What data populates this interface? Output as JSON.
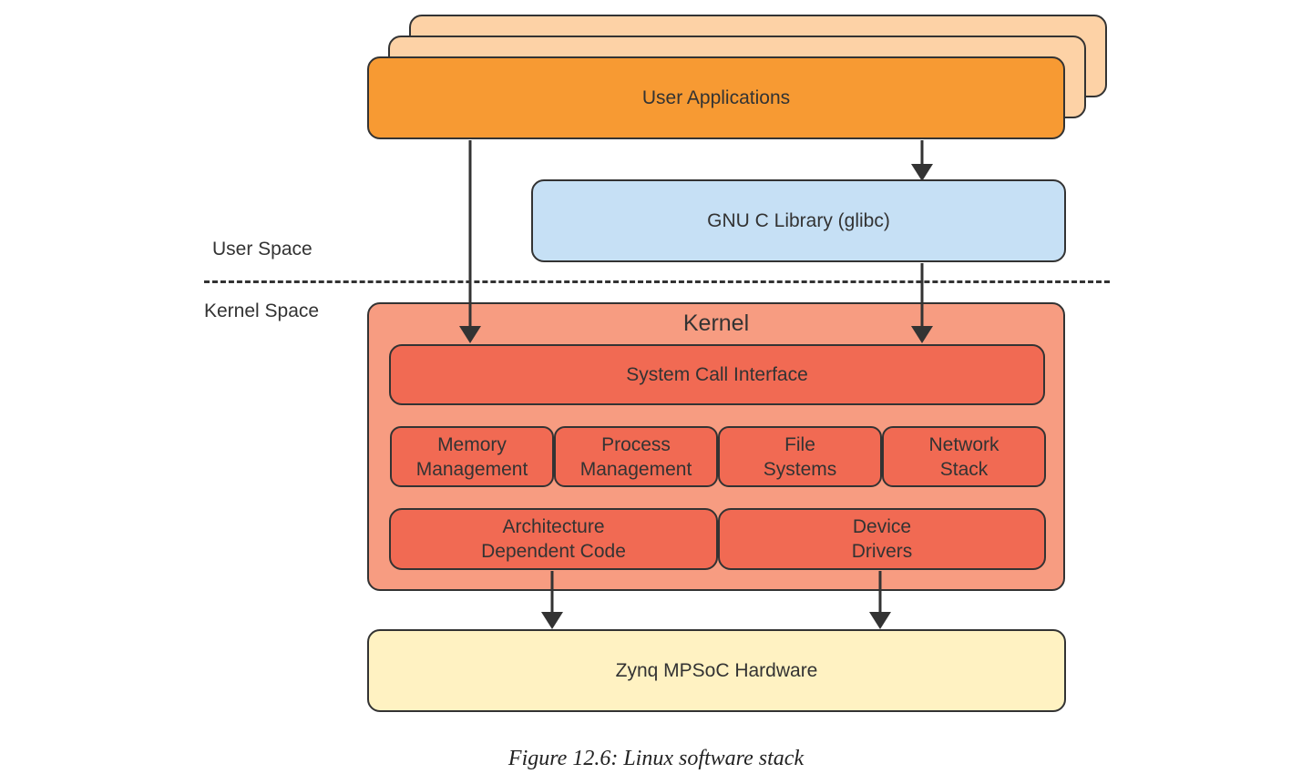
{
  "diagram": {
    "user_applications": "User Applications",
    "glibc": "GNU C Library (glibc)",
    "user_space": "User Space",
    "kernel_space": "Kernel Space",
    "kernel": "Kernel",
    "system_call_interface": "System Call Interface",
    "memory_management": [
      "Memory",
      "Management"
    ],
    "process_management": [
      "Process",
      "Management"
    ],
    "file_systems": [
      "File",
      "Systems"
    ],
    "network_stack": [
      "Network",
      "Stack"
    ],
    "architecture_code": [
      "Architecture",
      "Dependent Code"
    ],
    "device_drivers": [
      "Device",
      "Drivers"
    ],
    "hardware": "Zynq MPSoC Hardware"
  },
  "caption": "Figure 12.6:  Linux software stack",
  "colors": {
    "user_apps": "#f79a33",
    "user_apps_stack": "#fdd2a6",
    "glibc": "#c6e0f5",
    "kernel": "#f79c81",
    "kernel_module": "#f16a53",
    "hardware": "#fff2c2",
    "stroke": "#333333"
  }
}
